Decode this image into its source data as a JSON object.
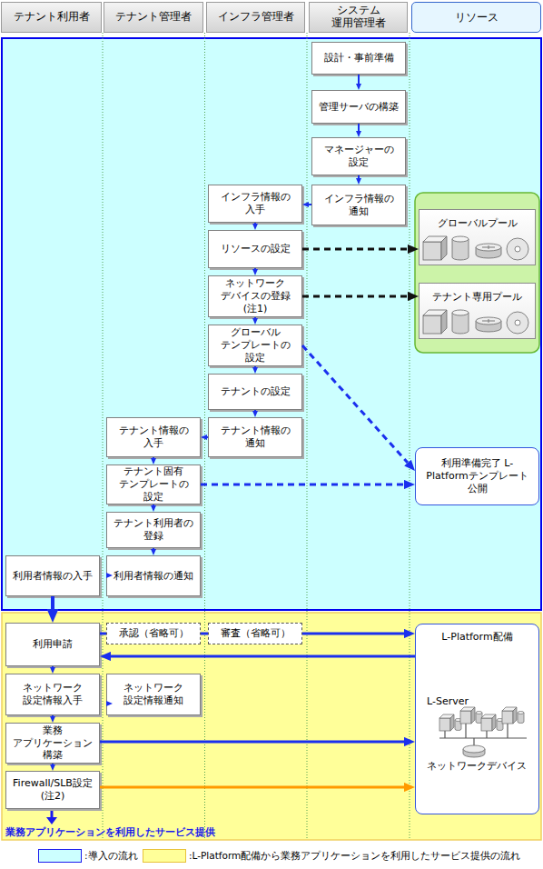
{
  "diagram": {
    "nodes": [
      {
        "text": [
          "テナント利用者"
        ]
      },
      {
        "text": [
          "テナント管理者"
        ]
      },
      {
        "text": [
          "インフラ管理者"
        ]
      },
      {
        "text": [
          "システム 運用管理者"
        ]
      },
      {
        "text": [
          "リソース"
        ]
      },
      {
        "text": [
          "設計・事前準備"
        ]
      },
      {
        "text": [
          "管理サーバの構築"
        ]
      },
      {
        "text": [
          "マネージャーの 設定"
        ]
      },
      {
        "text": [
          "インフラ情報の 通知"
        ]
      },
      {
        "text": [
          "インフラ情報の 入手"
        ]
      },
      {
        "text": [
          "リソースの設定"
        ]
      },
      {
        "text": [
          "ネットワーク デバイスの登録 (注1)"
        ]
      },
      {
        "text": [
          "グローバル テンプレートの 設定"
        ]
      },
      {
        "text": [
          "テナントの設定"
        ]
      },
      {
        "text": [
          "テナント情報の 通知"
        ]
      },
      {
        "text": [
          "テナント情報の 入手"
        ]
      },
      {
        "text": [
          "テナント固有 テンプレートの 設定"
        ]
      },
      {
        "text": [
          "テナント利用者の 登録"
        ]
      },
      {
        "text": [
          "利用者情報の通知"
        ]
      },
      {
        "text": [
          "利用者情報の入手"
        ]
      },
      {
        "text": [
          "グローバルプール"
        ]
      },
      {
        "text": [
          "テナント専用プール"
        ]
      },
      {
        "text": [
          "利用準備完了 L-Platformテンプレート 公開"
        ]
      },
      {
        "text": [
          "利用申請"
        ]
      },
      {
        "text": [
          "承認（省略可）"
        ]
      },
      {
        "text": [
          "審査（省略可）"
        ]
      },
      {
        "text": [
          "ネットワーク 設定情報入手"
        ]
      },
      {
        "text": [
          "ネットワーク 設定情報通知"
        ]
      },
      {
        "text": [
          "業務 アプリケーション 構築"
        ]
      },
      {
        "text": [
          "Firewall/SLB設定 (注2)"
        ]
      },
      {
        "text": [
          "L-Platform配備"
        ]
      }
    ],
    "edges": [
      {
        "from": 5,
        "to": 6,
        "arrow": "to"
      },
      {
        "from": 6,
        "to": 7,
        "arrow": "to"
      },
      {
        "from": 7,
        "to": 8,
        "arrow": "to"
      },
      {
        "from": 8,
        "to": 9,
        "arrow": "to"
      },
      {
        "from": 9,
        "to": 10,
        "arrow": "to"
      },
      {
        "from": 10,
        "to": 11,
        "arrow": "to"
      },
      {
        "from": 11,
        "to": 12,
        "arrow": "to"
      },
      {
        "from": 12,
        "to": 13,
        "arrow": "to"
      },
      {
        "from": 13,
        "to": 14,
        "arrow": "to"
      },
      {
        "from": 14,
        "to": 15,
        "arrow": "to"
      },
      {
        "from": 15,
        "to": 16,
        "arrow": "to"
      },
      {
        "from": 16,
        "to": 17,
        "arrow": "to"
      },
      {
        "from": 17,
        "to": 18,
        "arrow": "to"
      },
      {
        "from": 18,
        "to": 19,
        "arrow": "to"
      },
      {
        "from": 10,
        "to": 20,
        "arrow": "to"
      },
      {
        "from": 11,
        "to": 21,
        "arrow": "to"
      },
      {
        "from": 12,
        "to": 22,
        "arrow": "to"
      },
      {
        "from": 16,
        "to": 22,
        "arrow": "to"
      },
      {
        "from": 19,
        "to": 23,
        "arrow": "to"
      },
      {
        "from": 23,
        "to": 24,
        "arrow": "none"
      },
      {
        "from": 24,
        "to": 25,
        "arrow": "none"
      },
      {
        "from": 25,
        "to": 30,
        "arrow": "to"
      },
      {
        "from": 30,
        "to": 23,
        "arrow": "to"
      },
      {
        "from": 23,
        "to": 26,
        "arrow": "to"
      },
      {
        "from": 27,
        "to": 26,
        "arrow": "to"
      },
      {
        "from": 26,
        "to": 28,
        "arrow": "to"
      },
      {
        "from": 28,
        "to": 30,
        "arrow": "to"
      },
      {
        "from": 28,
        "to": 29,
        "arrow": "to"
      },
      {
        "from": 29,
        "to": 30,
        "arrow": "to"
      }
    ],
    "labels": [
      "L-Server",
      "ネットワークデバイス",
      "業務アプリケーションを利用したサービス提供"
    ],
    "legend": [
      {
        "text": ":導入の流れ",
        "color": "#ccffff"
      },
      {
        "text": ":L-Platform配備から業務アプリケーションを利用したサービス提供の流れ",
        "color": "#ffff99"
      }
    ]
  }
}
